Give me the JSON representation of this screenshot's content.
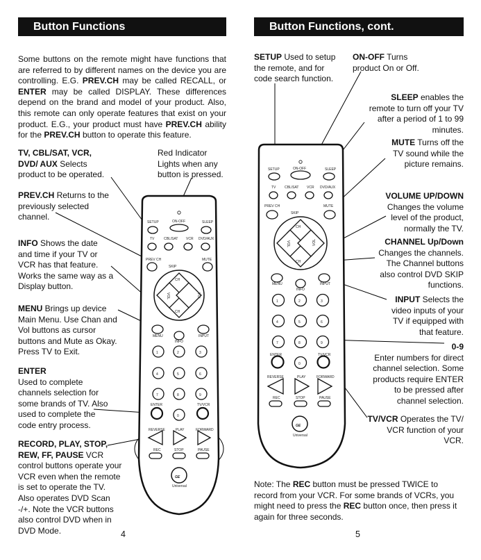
{
  "left": {
    "header": "Button Functions",
    "intro": {
      "t1": "Some buttons on the remote might have functions that are referred to by different names on the device you are controlling. E.G. ",
      "b1": "PREV.CH",
      "t2": " may be called RECALL, or ",
      "b2": "ENTER",
      "t3": " may be called DISPLAY. These differences depend on the brand and model of your product. Also, this remote can only operate features that exist on your product. E.G., your product must have ",
      "b3": "PREV.CH",
      "t4": " ability for the ",
      "b4": "PREV.CH",
      "t5": " button to operate this feature."
    },
    "callouts": [
      {
        "bold": "TV, CBL/SAT, VCR, DVD/ AUX",
        "text": " Selects product to be operated."
      },
      {
        "bold": "",
        "text": "Red Indicator Lights when any button is pressed."
      },
      {
        "bold": "PREV.CH",
        "text": "  Returns to the previously selected channel."
      },
      {
        "bold": "INFO",
        "text": " Shows the date and time if your TV or VCR has that feature. Works the same way as a Display button."
      },
      {
        "bold": "MENU",
        "text": " Brings up device Main Menu. Use Chan and Vol buttons as cursor buttons and Mute as Okay. Press TV to Exit."
      },
      {
        "bold": "ENTER",
        "text": " Used to complete channels selection for some brands of TV. Also used to complete the code entry process."
      },
      {
        "bold": "RECORD, PLAY, STOP, REW, FF, PAUSE",
        "text": " VCR control buttons operate your VCR even when the remote is set to operate the TV. Also operates DVD Scan -/+. Note the VCR buttons also control DVD when in DVD Mode."
      }
    ],
    "page_number": "4"
  },
  "right": {
    "header": "Button Functions, cont.",
    "callouts": [
      {
        "bold": "SETUP",
        "text": " Used to setup the remote, and for code search function."
      },
      {
        "bold": "ON-OFF",
        "text": " Turns product On or Off."
      },
      {
        "bold": "SLEEP",
        "text": " enables the remote to turn off your TV after a period of 1 to 99 minutes."
      },
      {
        "bold": "MUTE",
        "text": " Turns off the TV sound while the picture remains."
      },
      {
        "bold": "VOLUME UP/DOWN",
        "text": " Changes the volume level of the product, normally the TV."
      },
      {
        "bold": "CHANNEL Up/Down",
        "text": " Changes the channels. The Channel buttons also control DVD SKIP functions."
      },
      {
        "bold": "INPUT",
        "text": " Selects the video inputs of your TV if equipped with that feature."
      },
      {
        "bold": "0-9",
        "text": " Enter numbers for direct channel selection. Some products require ENTER to be pressed after channel selection."
      },
      {
        "bold": "TV/VCR",
        "text": "  Operates the TV/ VCR function of your VCR."
      }
    ],
    "note": {
      "t1": "Note: The ",
      "b1": "REC",
      "t2": " button must be pressed TWICE to record from your VCR. For some brands of VCRs, you might need to press the ",
      "b2": "REC",
      "t3": " button once, then press it again for three seconds."
    },
    "page_number": "5"
  },
  "remote": {
    "labels": {
      "setup": "SETUP",
      "onoff": "ON-OFF",
      "sleep": "SLEEP",
      "tv": "TV",
      "cblsat": "CBL/SAT",
      "vcr": "VCR",
      "dvdaux": "DVD/AUX",
      "prevch": "PREV CH",
      "mute": "MUTE",
      "skip": "SKIP",
      "ch": "CH",
      "vol": "VOL",
      "menu": "MENU",
      "info": "INFO",
      "input": "INPUT",
      "enter": "ENTER",
      "tvvcr": "TV/VCR",
      "reverse": "REVERSE",
      "play": "PLAY",
      "forward": "FORWARD",
      "rec": "REC",
      "stop": "STOP",
      "pause": "PAUSE",
      "brand": "Universal",
      "logo": "GE"
    },
    "digits": [
      "1",
      "2",
      "3",
      "4",
      "5",
      "6",
      "7",
      "8",
      "9",
      "0"
    ]
  }
}
